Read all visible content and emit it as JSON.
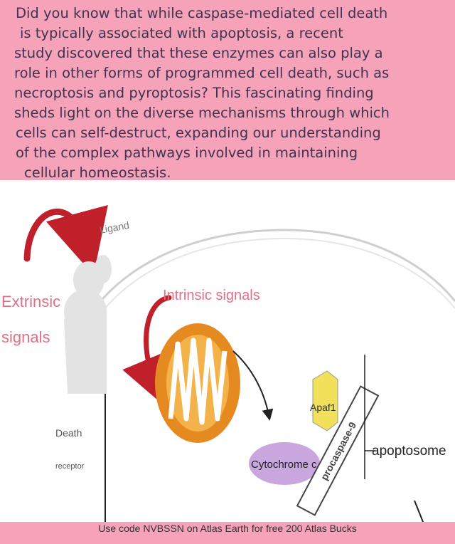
{
  "caption_lines": [
    "Did you know that while caspase-mediated cell death",
    "is typically associated with apoptosis, a recent",
    "study discovered that these enzymes can also play a",
    "role in other forms of programmed cell death, such as",
    "necroptosis and pyroptosis? This fascinating finding",
    "sheds light on the diverse mechanisms through which",
    "cells can self-destruct, expanding our understanding",
    "of the complex pathways involved in maintaining",
    "cellular homeostasis."
  ],
  "diagram": {
    "ligand": "Ligand",
    "extrinsic_line1": "Extrinsic",
    "extrinsic_line2": "signals",
    "intrinsic": "Intrinsic signals",
    "death_line1": "Death",
    "death_line2": "receptor",
    "apaf1": "Apaf1",
    "cytochrome": "Cytochrome c",
    "apoptosome": "apoptosome",
    "procaspase": "procaspase-9"
  },
  "footer_text": "Use code NVBSSN on Atlas Earth for free 200 Atlas Bucks",
  "colors": {
    "banner": "#f6a3b9",
    "caption_text": "#3e3350",
    "arrow_red": "#c0202a",
    "mitochondrion": "#e58a20",
    "cytochrome": "#c9a6dd",
    "apaf1": "#f0e05a"
  }
}
